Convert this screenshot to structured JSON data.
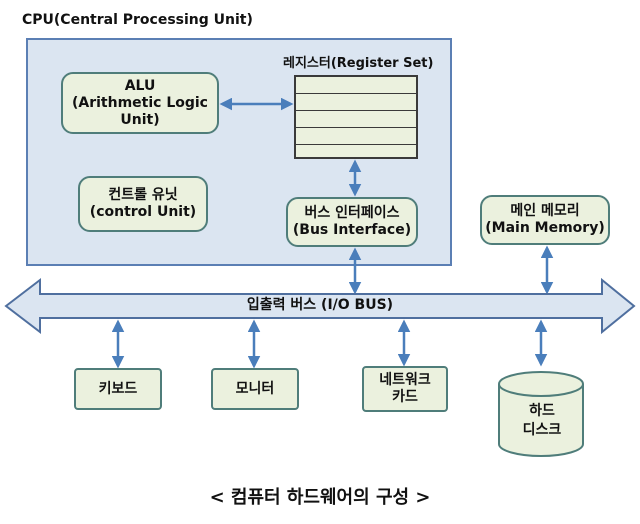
{
  "cpu": {
    "title": "CPU(Central Processing Unit)",
    "alu": {
      "line1": "ALU",
      "line2": "(Arithmetic Logic",
      "line3": "Unit)"
    },
    "control_unit": {
      "line1": "컨트롤 유닛",
      "line2": "(control Unit)"
    },
    "register_set": {
      "title": "레지스터(Register Set)",
      "cells": 5
    },
    "bus_interface": {
      "line1": "버스 인터페이스",
      "line2": "(Bus Interface)"
    }
  },
  "main_memory": {
    "line1": "메인 메모리",
    "line2": "(Main Memory)"
  },
  "io_bus": {
    "label": "입출력 버스 (I/O BUS)"
  },
  "devices": {
    "keyboard": "키보드",
    "monitor": "모니터",
    "network_card": {
      "line1": "네트워크",
      "line2": "카드"
    },
    "hard_disk": {
      "line1": "하드",
      "line2": "디스크"
    }
  },
  "caption": "< 컴퓨터 하드웨어의 구성 >",
  "colors": {
    "cpu_fill": "#dbe5f1",
    "cpu_border": "#5b7fb4",
    "box_fill": "#ebf1de",
    "box_border": "#4f7d7a",
    "arrow": "#4a7ebb"
  }
}
